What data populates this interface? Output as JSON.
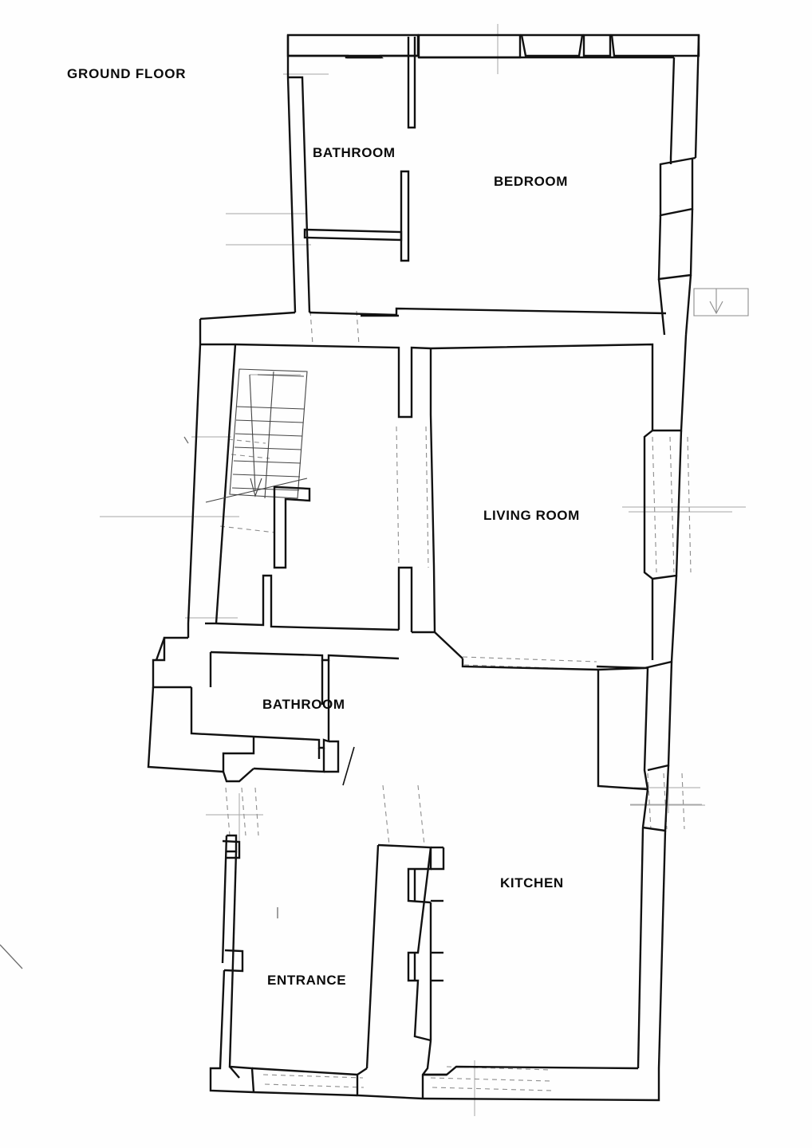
{
  "document": {
    "type": "architectural-floor-plan",
    "title": "GROUND FLOOR",
    "background_color": "#fefefe",
    "ink_color": "#111111",
    "faint_ink_color": "#9a9a9a",
    "dashed_ink_color": "#8d8d8d"
  },
  "rooms": [
    {
      "id": "bathroom-upper",
      "label": "BATHROOM"
    },
    {
      "id": "bedroom",
      "label": "BEDROOM"
    },
    {
      "id": "living-room",
      "label": "LIVING ROOM"
    },
    {
      "id": "bathroom-lower",
      "label": "BATHROOM"
    },
    {
      "id": "kitchen",
      "label": "KITCHEN"
    },
    {
      "id": "entrance",
      "label": "ENTRANCE"
    }
  ],
  "annotations": {
    "section_arrow": "downward-arrow-marker",
    "stair_direction_arrow": "stair-down-arrow",
    "stair_tread_count": 9
  }
}
